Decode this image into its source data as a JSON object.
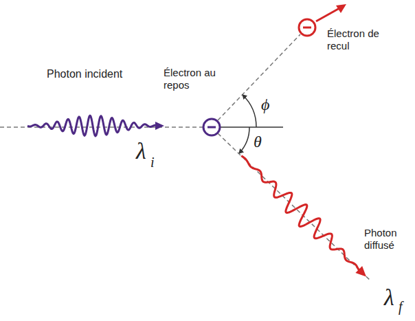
{
  "diagram": {
    "labels": [
      "Photon incident",
      "λ",
      "i",
      "Électron au repos",
      "Électron de recul",
      "ϕ",
      "θ",
      "Photon diffusé",
      "λ",
      "f"
    ]
  }
}
